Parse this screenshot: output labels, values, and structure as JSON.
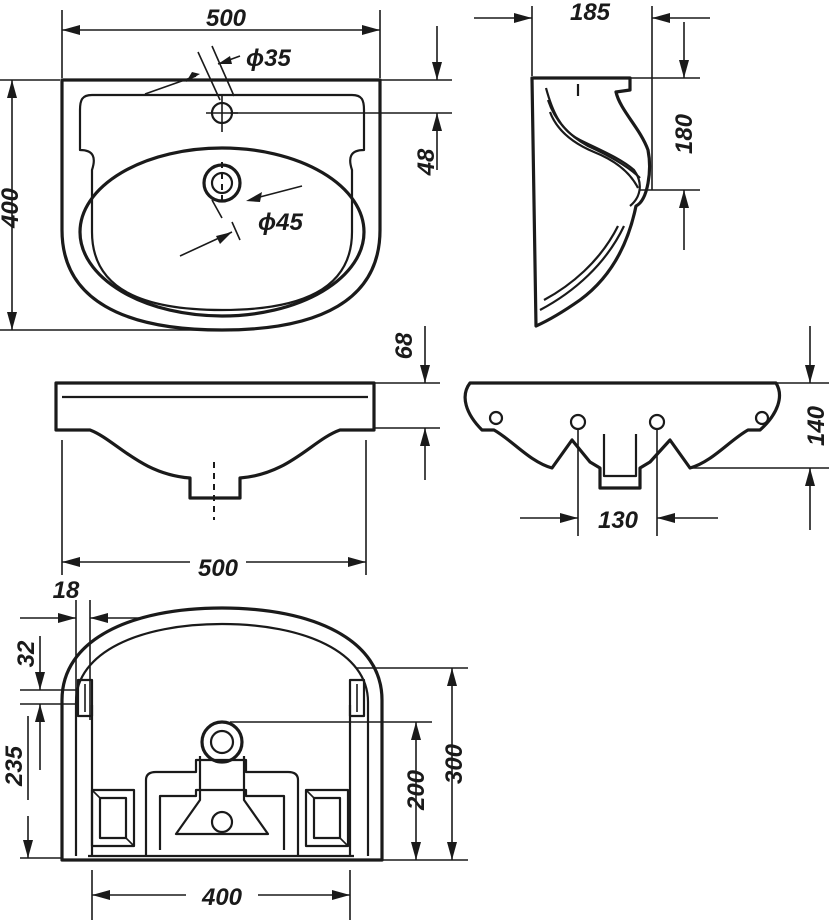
{
  "drawing": {
    "top_view": {
      "width": "500",
      "depth": "400",
      "tap_hole": "ϕ35",
      "waste_hole": "ϕ45",
      "rim_to_tap": "48"
    },
    "side_view": {
      "depth": "185",
      "height": "180"
    },
    "front_view": {
      "rim_height": "68",
      "width": "500"
    },
    "back_view": {
      "height": "140",
      "hole_spacing": "130"
    },
    "bottom_view": {
      "offset_side": "18",
      "offset_top": "32",
      "bracket_height": "235",
      "waste_height": "200",
      "overall_height": "300",
      "bracket_spacing": "400"
    }
  },
  "colors": {
    "ink": "#1a1a1a",
    "paper": "#ffffff"
  }
}
